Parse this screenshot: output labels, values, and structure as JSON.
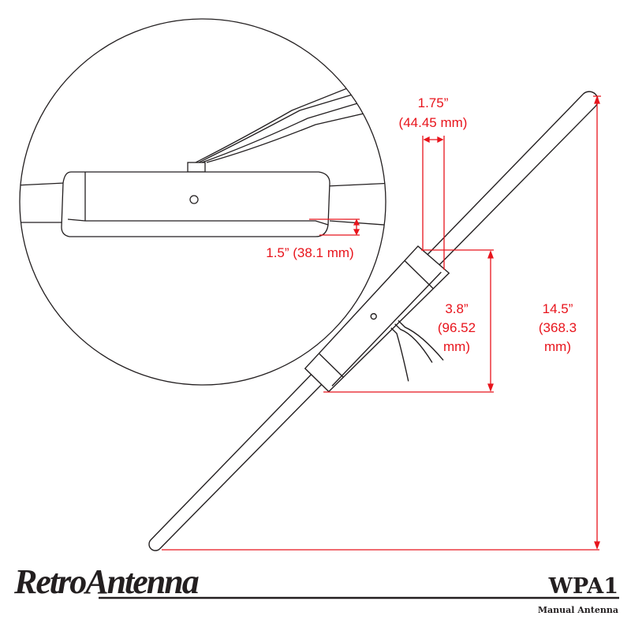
{
  "brand": {
    "logo_text": "RetroAntenna"
  },
  "product": {
    "model": "WPA1",
    "description": "Manual Antenna"
  },
  "dimensions": {
    "module_width": {
      "imperial": "1.75”",
      "metric": "(44.45 mm)"
    },
    "module_length": {
      "imperial": "3.8”",
      "metric_line1": "(96.52",
      "metric_line2": "mm)"
    },
    "overall_length": {
      "imperial": "14.5”",
      "metric_line1": "(368.3",
      "metric_line2": "mm)"
    },
    "module_height": {
      "label": "1.5” (38.1 mm)"
    }
  },
  "colors": {
    "dimension": "#e8141c",
    "line": "#231f20"
  }
}
